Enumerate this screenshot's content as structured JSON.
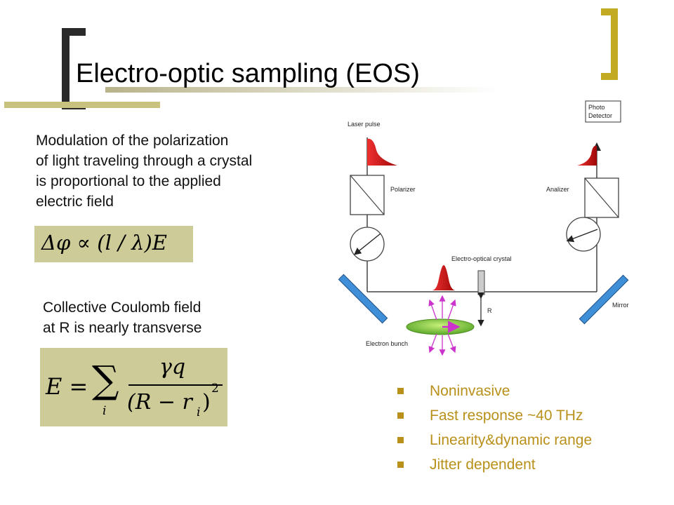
{
  "title": "Electro-optic sampling (EOS)",
  "text_block_1": [
    "Modulation of the polarization",
    "of light traveling through a crystal",
    "is proportional to the  applied",
    "electric field"
  ],
  "text_block_2": [
    "Collective Coulomb field",
    "at R is nearly transverse"
  ],
  "equation_1": {
    "lhs": "Δφ ∝ (l / λ)E"
  },
  "equation_2": {
    "lhs": "E =",
    "sum": "∑",
    "sub": "i",
    "numerator": "γq",
    "denominator_open": "(R − r",
    "denominator_sub": "i",
    "denominator_close": ")",
    "power": "2"
  },
  "diagram_labels": {
    "laser_pulse": "Laser pulse",
    "photo": "Photo",
    "detector": "Detector",
    "polarizer": "Polarizer",
    "analizer": "Analizer",
    "crystal": "Electro-optical crystal",
    "r": "R",
    "mirror": "Mirror",
    "bunch": "Electron bunch"
  },
  "bullets": [
    "Noninvasive",
    "Fast response ~40 THz",
    "Linearity&dynamic range",
    "Jitter dependent"
  ],
  "colors": {
    "accent_bar": "#c8c27e",
    "bullet": "#b8901a",
    "equation_bg": "#cdcb98",
    "pulse": "#cc1010",
    "mirror": "#3f8fd8",
    "bunch": "#7ec83a",
    "field_arrows": "#cc33cc"
  }
}
